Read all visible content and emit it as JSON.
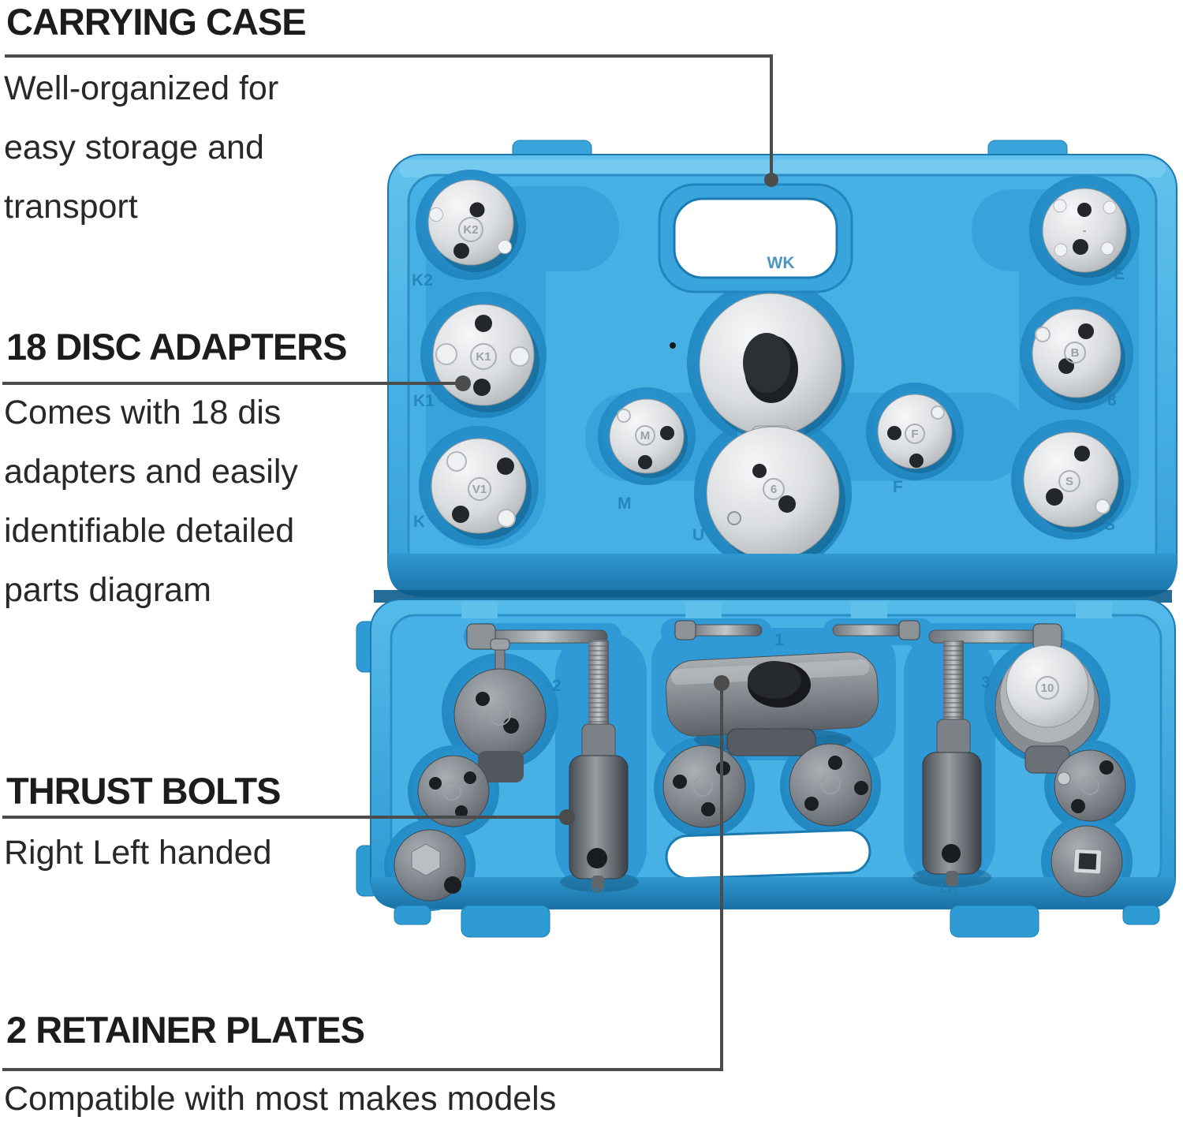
{
  "annotations": [
    {
      "title": "CARRYING CASE",
      "lines": [
        "Well-organized for",
        "easy storage and",
        "transport"
      ]
    },
    {
      "title": "18 DISC ADAPTERS",
      "lines": [
        "Comes with 18 dis",
        "adapters and easily",
        "identifiable detailed",
        "parts diagram"
      ]
    },
    {
      "title": "THRUST BOLTS",
      "lines": [
        "Right Left handed"
      ]
    },
    {
      "title": "2 RETAINER PLATES",
      "lines": [
        "Compatible with most makes models"
      ]
    }
  ],
  "case": {
    "lid_labels": {
      "k2": "K2",
      "k1": "K1",
      "k": "K",
      "wk": "WK",
      "m": "M",
      "f": "F",
      "u": "U",
      "e": "E",
      "b": "8",
      "s": "S"
    },
    "disc_engravings": {
      "k2": "K2",
      "k1": "K1",
      "v": "V1",
      "e": "-",
      "b": "B",
      "s": "S",
      "m": "M",
      "f": "F",
      "u": "6",
      "big": "10"
    },
    "tray_labels": {
      "one": "1",
      "two": "2",
      "three": "3",
      "rh": "RH",
      "lh": "LH"
    }
  },
  "colors": {
    "case_blue": "#41ace1",
    "case_blue_dark": "#1f85bf",
    "pocket_blue": "#2f9ad5",
    "metal_light": "#d9dcde",
    "tool_gray": "#6b7176",
    "leader_gray": "#4c4c4c",
    "background": "#ffffff"
  }
}
